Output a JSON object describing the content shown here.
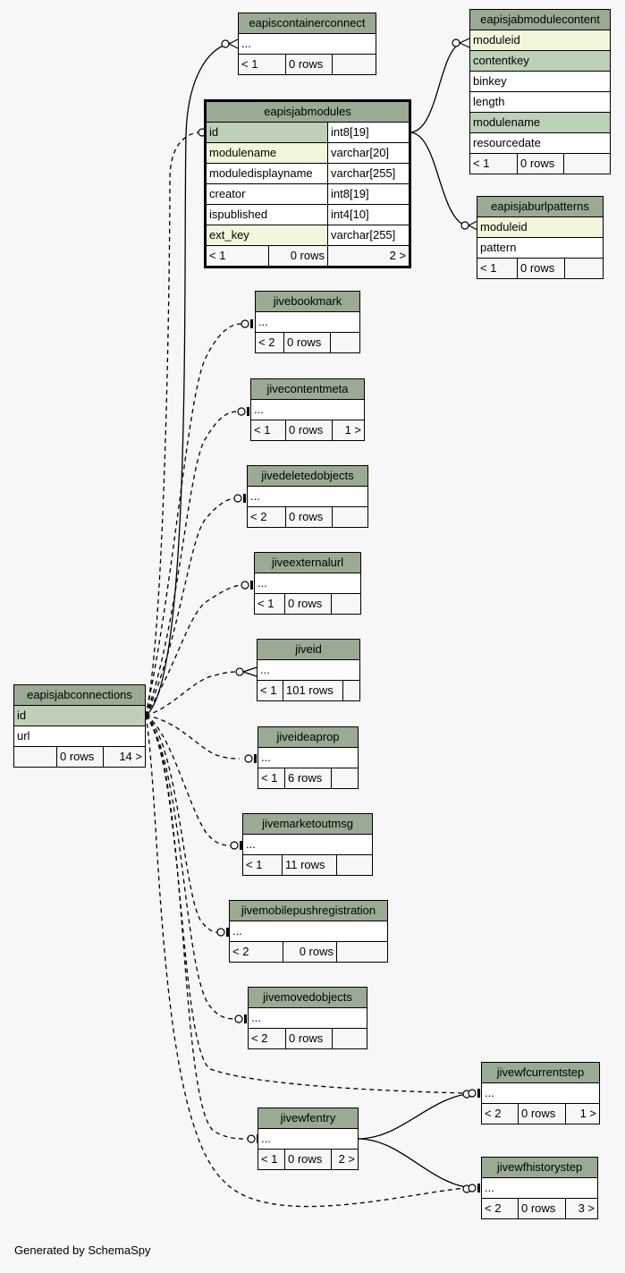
{
  "footer": "Generated by SchemaSpy",
  "colors": {
    "header": "#9aaa93",
    "primary_key": "#bdd0b8",
    "foreign_key": "#f4f6dc",
    "background": "#f7f7f7"
  },
  "tables": {
    "eapiscontainerconnect": {
      "name": "eapiscontainerconnect",
      "rows": [
        "..."
      ],
      "footer": [
        "< 1",
        "0 rows",
        ""
      ]
    },
    "eapisjabmodulecontent": {
      "name": "eapisjabmodulecontent",
      "rows": [
        "moduleid",
        "contentkey",
        "binkey",
        "length",
        "modulename",
        "resourcedate"
      ],
      "footer": [
        "< 1",
        "0 rows",
        ""
      ]
    },
    "eapisjabmodules": {
      "name": "eapisjabmodules",
      "columns": [
        {
          "name": "id",
          "type": "int8[19]"
        },
        {
          "name": "modulename",
          "type": "varchar[20]"
        },
        {
          "name": "moduledisplayname",
          "type": "varchar[255]"
        },
        {
          "name": "creator",
          "type": "int8[19]"
        },
        {
          "name": "ispublished",
          "type": "int4[10]"
        },
        {
          "name": "ext_key",
          "type": "varchar[255]"
        }
      ],
      "footer": [
        "< 1",
        "0 rows",
        "2 >"
      ]
    },
    "eapisjaburlpatterns": {
      "name": "eapisjaburlpatterns",
      "rows": [
        "moduleid",
        "pattern"
      ],
      "footer": [
        "< 1",
        "0 rows",
        ""
      ]
    },
    "jivebookmark": {
      "name": "jivebookmark",
      "rows": [
        "..."
      ],
      "footer": [
        "< 2",
        "0 rows",
        ""
      ]
    },
    "jivecontentmeta": {
      "name": "jivecontentmeta",
      "rows": [
        "..."
      ],
      "footer": [
        "< 1",
        "0 rows",
        "1 >"
      ]
    },
    "jivedeletedobjects": {
      "name": "jivedeletedobjects",
      "rows": [
        "..."
      ],
      "footer": [
        "< 2",
        "0 rows",
        ""
      ]
    },
    "jiveexternalurl": {
      "name": "jiveexternalurl",
      "rows": [
        "..."
      ],
      "footer": [
        "< 1",
        "0 rows",
        ""
      ]
    },
    "jiveid": {
      "name": "jiveid",
      "rows": [
        "..."
      ],
      "footer": [
        "< 1",
        "101 rows",
        ""
      ]
    },
    "jiveideaprop": {
      "name": "jiveideaprop",
      "rows": [
        "..."
      ],
      "footer": [
        "< 1",
        "6 rows",
        ""
      ]
    },
    "jivemarketoutmsg": {
      "name": "jivemarketoutmsg",
      "rows": [
        "..."
      ],
      "footer": [
        "< 1",
        "11 rows",
        ""
      ]
    },
    "jivemobilepushregistration": {
      "name": "jivemobilepushregistration",
      "rows": [
        "..."
      ],
      "footer": [
        "< 2",
        "0 rows",
        ""
      ]
    },
    "jivemovedobjects": {
      "name": "jivemovedobjects",
      "rows": [
        "..."
      ],
      "footer": [
        "< 2",
        "0 rows",
        ""
      ]
    },
    "jivewfcurrentstep": {
      "name": "jivewfcurrentstep",
      "rows": [
        "..."
      ],
      "footer": [
        "< 2",
        "0 rows",
        "1 >"
      ]
    },
    "jivewfentry": {
      "name": "jivewfentry",
      "rows": [
        "..."
      ],
      "footer": [
        "< 1",
        "0 rows",
        "2 >"
      ]
    },
    "jivewfhistorystep": {
      "name": "jivewfhistorystep",
      "rows": [
        "..."
      ],
      "footer": [
        "< 2",
        "0 rows",
        "3 >"
      ]
    },
    "eapisjabconnections": {
      "name": "eapisjabconnections",
      "rows": [
        "id",
        "url"
      ],
      "footer": [
        "",
        "0 rows",
        "14 >"
      ]
    }
  }
}
